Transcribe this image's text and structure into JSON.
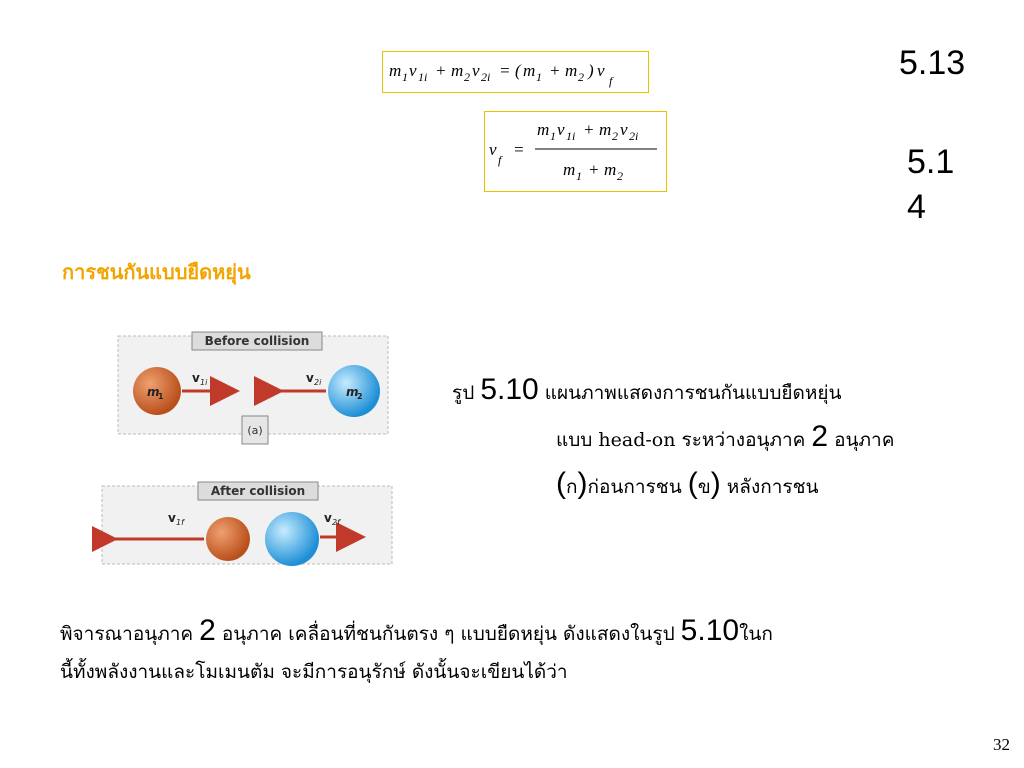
{
  "equations": {
    "eq1": {
      "parts": [
        "m",
        "1",
        "v",
        "1i",
        "+",
        "m",
        "2",
        "v",
        "2i",
        "=",
        "(",
        "m",
        "1",
        "+",
        "m",
        "2",
        ")",
        "v",
        "f"
      ],
      "number": "5.13"
    },
    "eq2": {
      "lhs_var": "v",
      "lhs_sub": "f",
      "equals": "=",
      "numerator": [
        "m",
        "1",
        "v",
        "1i",
        "+",
        "m",
        "2",
        "v",
        "2i"
      ],
      "denominator": [
        "m",
        "1",
        "+",
        "m",
        "2"
      ],
      "number_line1": "5.1",
      "number_line2": "4"
    }
  },
  "heading": "การชนกันแบบยืดหยุ่น",
  "figure": {
    "before_label": "Before collision",
    "after_label": "After collision",
    "part_label": "(a)",
    "m1": "m",
    "m1_sub": "1",
    "m2": "m",
    "m2_sub": "2",
    "v1i": "v",
    "v1i_sub": "1i",
    "v2i": "v",
    "v2i_sub": "2i",
    "v1f": "v",
    "v1f_sub": "1f",
    "v2f": "v",
    "v2f_sub": "2f",
    "colors": {
      "ball1": "#c8612b",
      "ball2": "#3aa8e6",
      "arrow": "#c0392b"
    }
  },
  "caption": {
    "line1_a": "รูป ",
    "line1_num": "5.10",
    "line1_b": " แผนภาพแสดงการชนกันแบบยืดหยุ่น",
    "line2_a": "แบบ head-on ระหว่างอนุภาค ",
    "line2_num": "2",
    "line2_b": " อนุภาค",
    "line3_open1": "(",
    "line3_k": "ก",
    "line3_close1": ")",
    "line3_mid": "ก่อนการชน ",
    "line3_open2": "(",
    "line3_kh": "ข",
    "line3_close2": ")",
    "line3_end": " หลังการชน"
  },
  "body": {
    "line1_a": "พิจารณาอนุภาค ",
    "line1_num1": "2",
    "line1_b": " อนุภาค   เคลื่อนที่ชนกันตรง ๆ แบบยืดหยุ่น   ดังแสดงในรูป  ",
    "line1_num2": "5.10",
    "line1_c": "ในก",
    "line2": "นี้ทั้งพลังงานและโมเมนตัม  จะมีการอนุรักษ์ ดังนั้นจะเขียนได้ว่า"
  },
  "page_number": "32"
}
